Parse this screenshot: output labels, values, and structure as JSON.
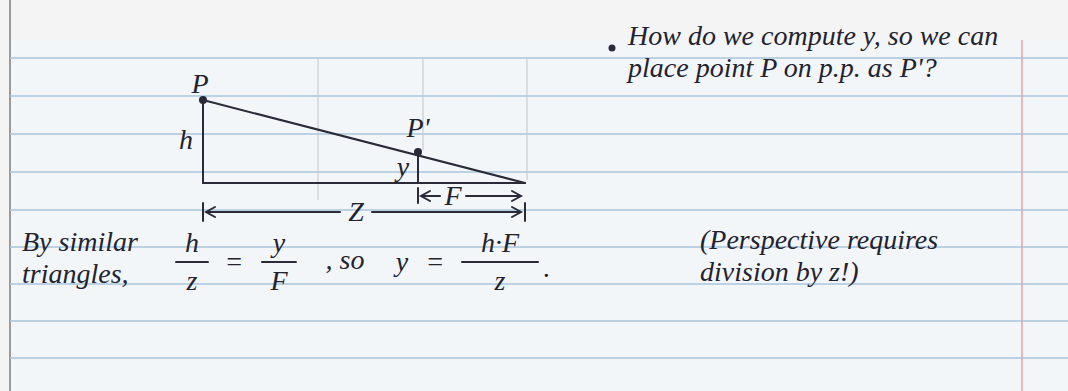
{
  "diagram": {
    "labels": [
      "P",
      "h",
      "P'",
      "y",
      "F",
      "Z",
      "How do we compute y, so we can place point P on p.p. as P'?",
      "By similar triangles,",
      "h",
      "z",
      "=",
      "y",
      "F",
      ", so",
      "y",
      "=",
      "h·F",
      "z",
      ".",
      "(Perspective requires division by z!)"
    ]
  }
}
